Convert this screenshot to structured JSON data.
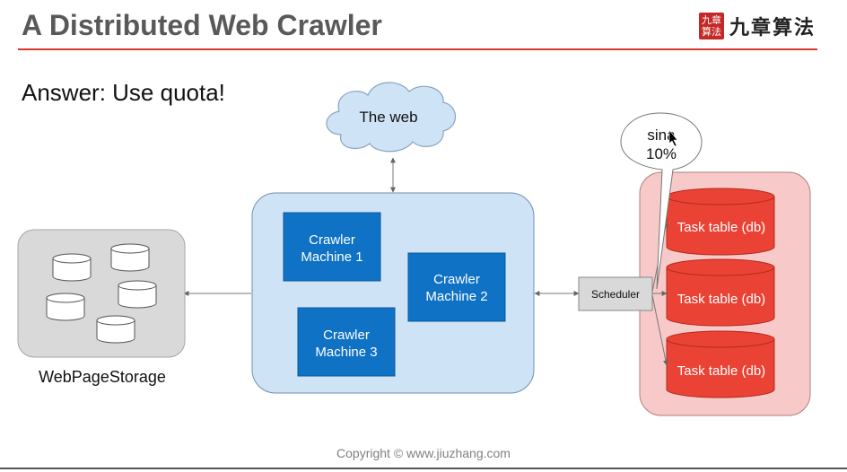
{
  "title": "A Distributed Web Crawler",
  "logo": {
    "seal_text": "九章算法",
    "text": "九章算法"
  },
  "answer": "Answer: Use quota!",
  "cloud_label": "The web",
  "crawler_machines": [
    {
      "line1": "Crawler",
      "line2": "Machine 1"
    },
    {
      "line1": "Crawler",
      "line2": "Machine 2"
    },
    {
      "line1": "Crawler",
      "line2": "Machine 3"
    }
  ],
  "storage_label": "WebPageStorage",
  "scheduler_label": "Scheduler",
  "task_tables": [
    "Task table (db)",
    "Task table (db)",
    "Task table (db)"
  ],
  "callout": {
    "line1": "sina",
    "line2": "10%"
  },
  "copyright": "Copyright © www.jiuzhang.com",
  "colors": {
    "title_rule": "#d9372b",
    "crawler_box": "#0f72c4",
    "crawler_panel": "#cfe3f7",
    "cloud": "#cfe3f7",
    "storage_panel": "#d9d9d9",
    "db_panel": "#f8c9c9",
    "task_table": "#ea4335",
    "scheduler": "#d9d9d9"
  },
  "icons": [
    "cloud-icon",
    "database-icon",
    "cursor-icon"
  ]
}
